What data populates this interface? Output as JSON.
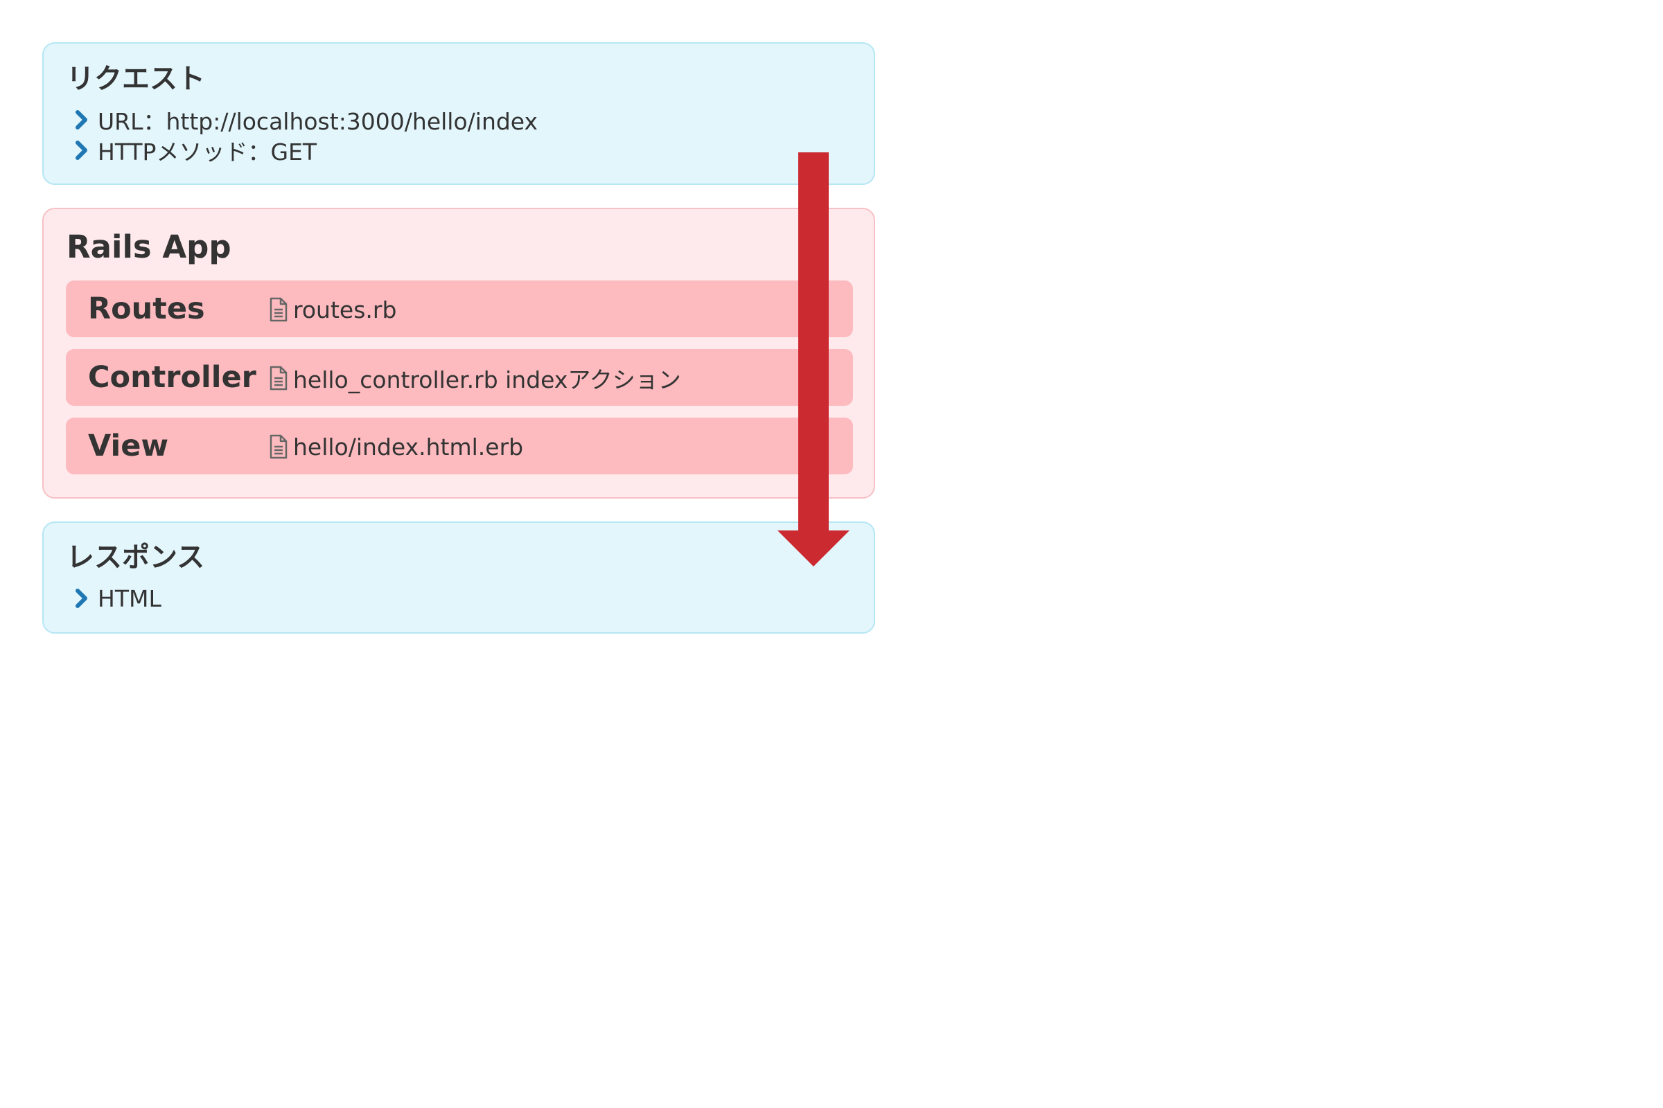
{
  "request": {
    "title": "リクエスト",
    "items": [
      "URL：http://localhost:3000/hello/index",
      "HTTPメソッド：GET"
    ]
  },
  "app": {
    "title": "Rails App",
    "layers": [
      {
        "name": "Routes",
        "file": "routes.rb"
      },
      {
        "name": "Controller",
        "file": "hello_controller.rb indexアクション"
      },
      {
        "name": "View",
        "file": "hello/index.html.erb"
      }
    ]
  },
  "response": {
    "title": "レスポンス",
    "items": [
      "HTML"
    ]
  },
  "icons": {
    "bullet": "chevron-right-icon",
    "file": "file-text-icon",
    "flow": "arrow-down-icon"
  },
  "colors": {
    "io_panel_bg": "#e2f6fc",
    "io_panel_border": "#b6e6f4",
    "app_panel_bg": "#feeaec",
    "app_panel_border": "#f7c0c6",
    "layer_row_bg": "#fdbbbf",
    "chevron": "#1f77b4",
    "arrow": "#cc2a31",
    "text": "#333333"
  }
}
